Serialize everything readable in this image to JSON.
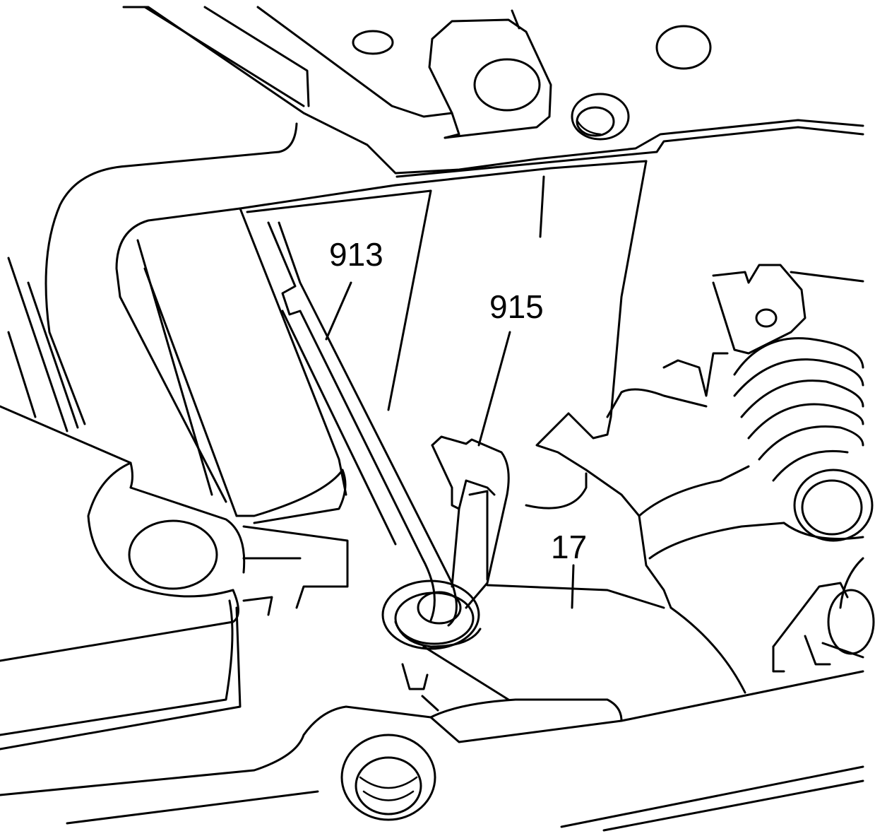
{
  "figure": {
    "callouts": [
      {
        "id": "913",
        "label": "913"
      },
      {
        "id": "915",
        "label": "915"
      },
      {
        "id": "17",
        "label": "17"
      }
    ]
  }
}
